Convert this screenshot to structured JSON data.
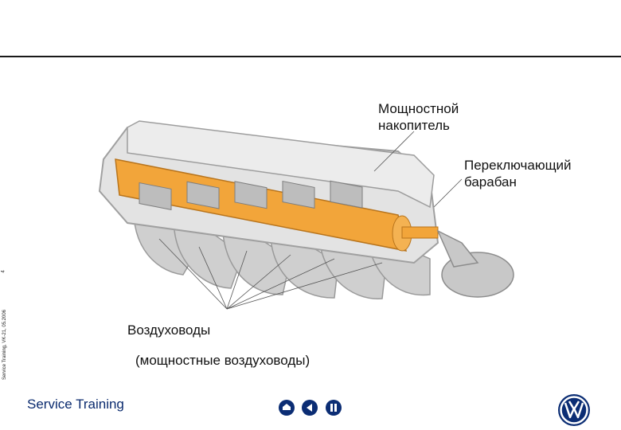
{
  "labels": {
    "power_storage": [
      "Мощностной",
      "накопитель"
    ],
    "switching_drum": [
      "Переключающий",
      "барабан"
    ],
    "air_ducts": "Воздуховоды",
    "air_ducts_sub": "(мощностные воздуховоды)"
  },
  "side_caption": "Service Training, VK-21, 05.2006",
  "page_number": "4",
  "footer": {
    "brand": "Service Training"
  },
  "icons": {
    "home": "home-icon",
    "back": "back-arrow-icon",
    "pause": "pause-icon",
    "logo": "vw-logo-icon"
  },
  "colors": {
    "brand_blue": "#0b2d74",
    "drum_orange": "#f0a33a",
    "housing_grey": "#d9d9d9"
  }
}
